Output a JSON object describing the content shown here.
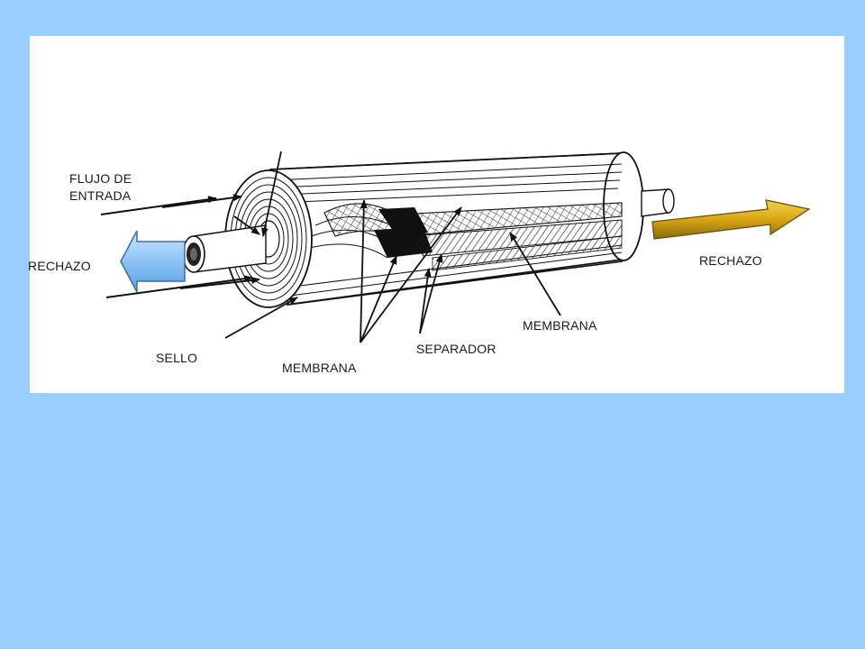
{
  "labels": {
    "inflow_line1": "FLUJO DE",
    "inflow_line2": "ENTRADA",
    "reject_left": "RECHAZO",
    "reject_right": "RECHAZO",
    "seal": "SELLO",
    "membrane_bottom": "MEMBRANA",
    "spacer": "SEPARADOR",
    "membrane_right": "MEMBRANA"
  },
  "colors": {
    "background": "#99ccff",
    "panel": "#ffffff",
    "reject_arrow_left": "#7fb8f0",
    "reject_arrow_right": "#d4a017",
    "ink": "#1a1a1a"
  },
  "icons": {
    "reject_left_arrow": "arrow-left-icon",
    "reject_right_arrow": "arrow-right-icon"
  }
}
